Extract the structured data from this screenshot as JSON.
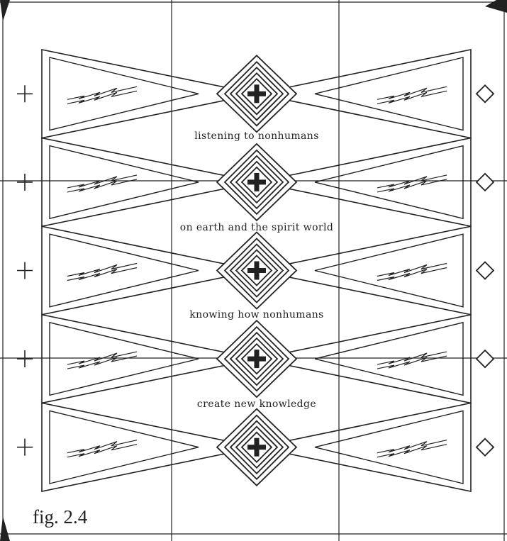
{
  "figure": {
    "label": "fig. 2.4",
    "captions": [
      "listening to nonhumans",
      "on earth and the spirit world",
      "knowing how nonhumans",
      "create new knowledge"
    ],
    "motif_rows": 5,
    "left_column_icon": "plus-icon",
    "right_column_icon": "diamond-outline-icon",
    "center_icon": "bold-plus-icon",
    "colors": {
      "ink": "#222222",
      "paper": "#ffffff"
    }
  }
}
